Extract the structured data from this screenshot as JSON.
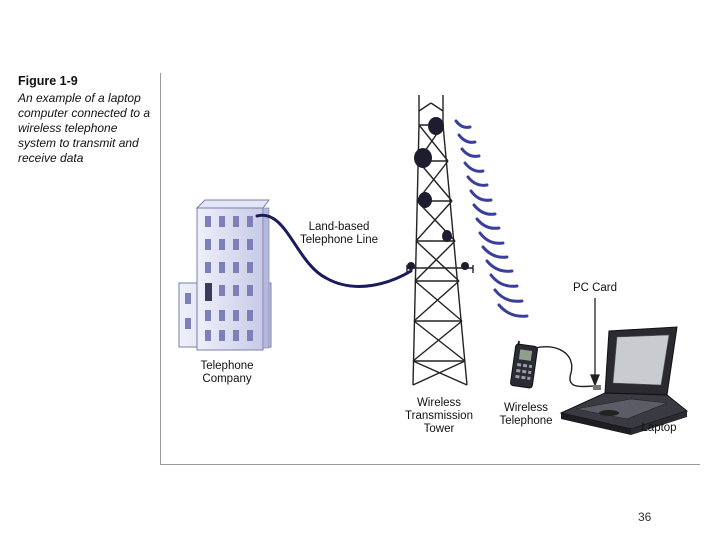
{
  "caption": {
    "title": "Figure 1-9",
    "description": "An example of a laptop computer connected to a wireless telephone system to transmit and receive data"
  },
  "diagram": {
    "labels": {
      "telephone_company": "Telephone\nCompany",
      "land_line": "Land-based\nTelephone Line",
      "tower": "Wireless\nTransmission\nTower",
      "wireless_phone": "Wireless\nTelephone",
      "pc_card": "PC Card",
      "laptop": "Laptop"
    },
    "icons": [
      "building-icon",
      "telephone-line-icon",
      "tower-icon",
      "radio-waves-icon",
      "wireless-phone-icon",
      "laptop-icon",
      "pc-card-arrow-icon"
    ]
  },
  "footer": {
    "page_number": "36"
  },
  "colors": {
    "line": "#1a1a5e",
    "waves": "#3b3f9c",
    "building": "#d9dbf0",
    "frame": "#9a9a9a"
  }
}
